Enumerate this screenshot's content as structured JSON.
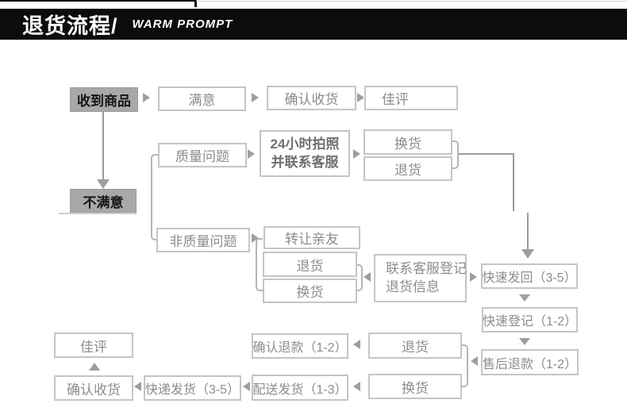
{
  "header": {
    "title": "退货流程/",
    "subtitle": "WARM PROMPT"
  },
  "colors": {
    "header_bar": "#0c0c0c",
    "box_border": "#c5c5c5",
    "box_text": "#8c8c8c",
    "gray_node_fill": "#a8a8a8",
    "connector": "#9b9b9b"
  },
  "nodes": {
    "received": "收到商品",
    "satisfied": "满意",
    "confirm_receipt_top": "确认收货",
    "good_review_top": "佳评",
    "unsatisfied": "不满意",
    "quality_issue": "质量问题",
    "photo_24h": {
      "line1": "24小时拍照",
      "line2": "并联系客服"
    },
    "exchange_top": "换货",
    "return_top": "退货",
    "non_quality_issue": "非质量问题",
    "transfer_friend": "转让亲友",
    "return_mid": "退货",
    "exchange_mid": "换货",
    "contact_cs": {
      "line1": "联系客服登记",
      "line2": "退货信息"
    },
    "fast_return": "快速发回（3-5）",
    "fast_register": "快速登记（1-2）",
    "aftersale_refund": "售后退款（1-2）",
    "confirm_refund": "确认退款（1-2）",
    "return_bottom": "退货",
    "delivery_dispatch": "配送发货（1-3）",
    "exchange_bottom": "换货",
    "express_dispatch": "快递发货（3-5）",
    "confirm_receipt_bottom": "确认收货",
    "good_review_bottom": "佳评"
  }
}
